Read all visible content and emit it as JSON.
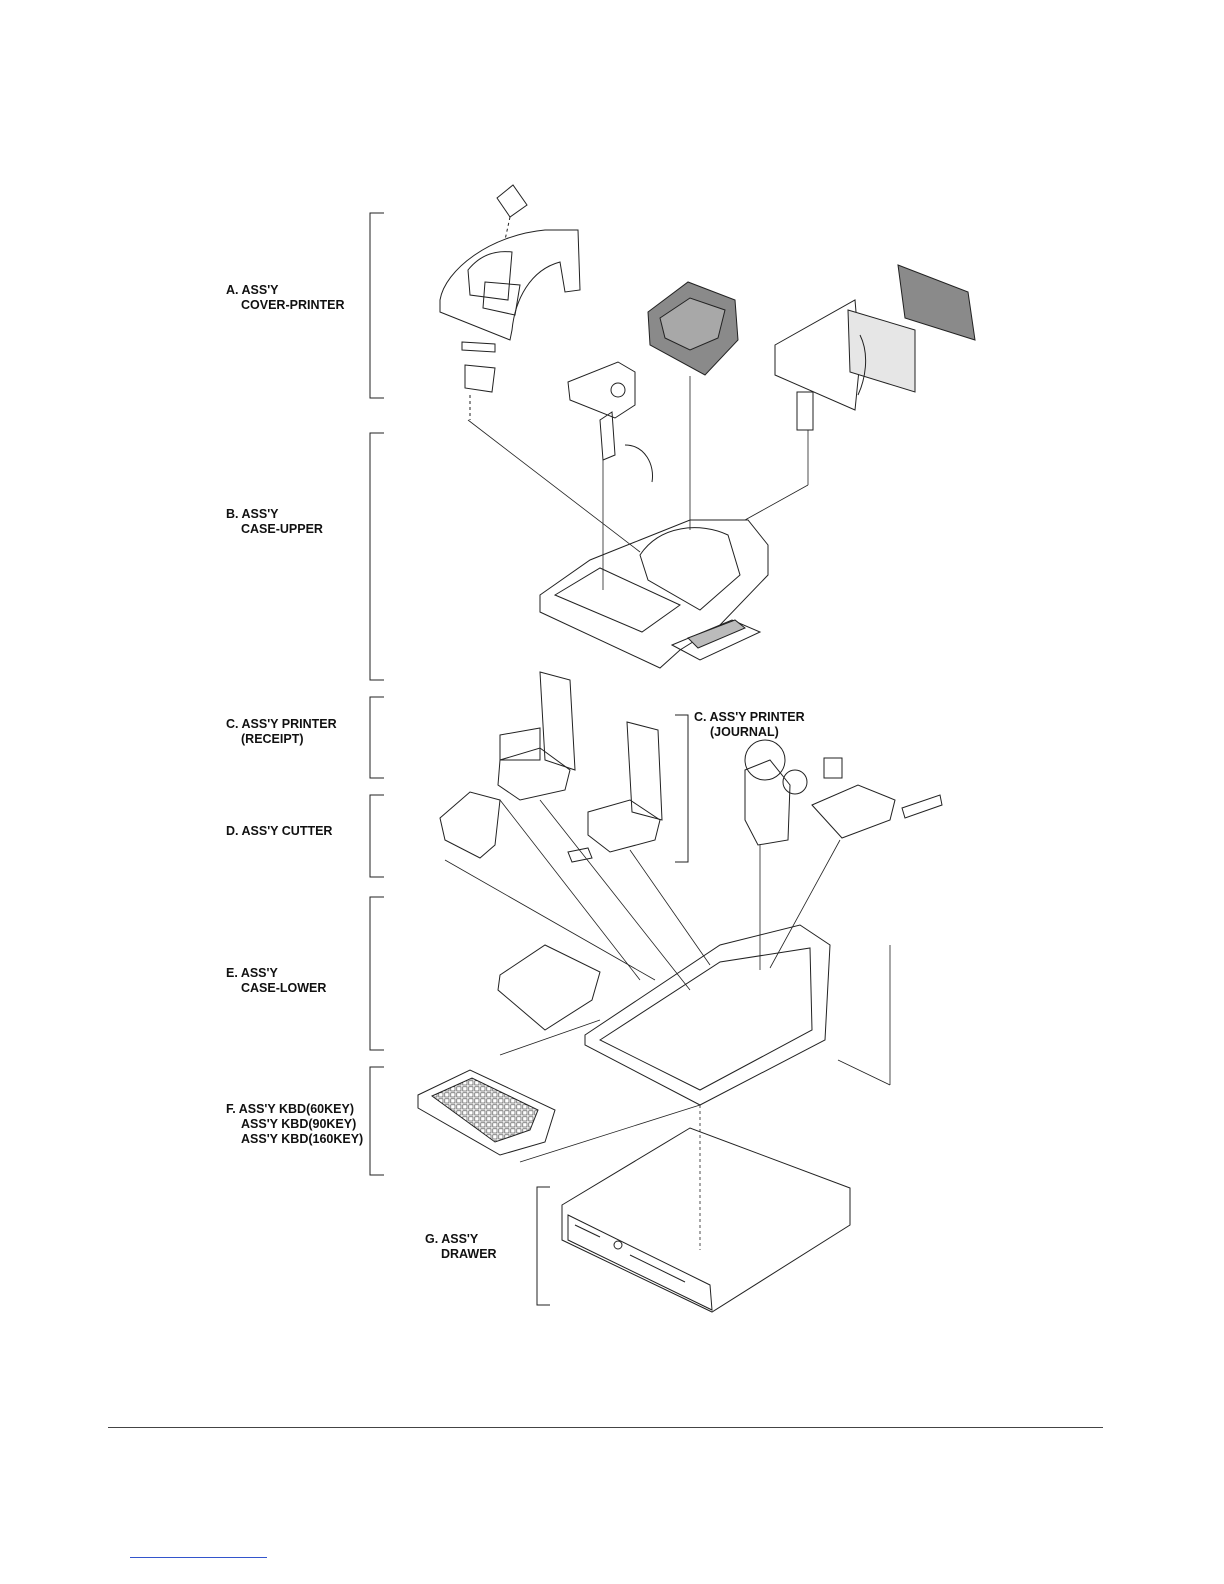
{
  "labels": {
    "a": {
      "line1": "A. ASS'Y",
      "line2": "COVER-PRINTER"
    },
    "b": {
      "line1": "B. ASS'Y",
      "line2": "CASE-UPPER"
    },
    "c_receipt": {
      "line1": "C. ASS'Y PRINTER",
      "line2": "(RECEIPT)"
    },
    "c_journal": {
      "line1": "C. ASS'Y PRINTER",
      "line2": "(JOURNAL)"
    },
    "d": {
      "line1": "D. ASS'Y CUTTER"
    },
    "e": {
      "line1": "E. ASS'Y",
      "line2": "CASE-LOWER"
    },
    "f": {
      "line1": "F. ASS'Y KBD(60KEY)",
      "line2": "ASS'Y KBD(90KEY)",
      "line3": "ASS'Y KBD(160KEY)"
    },
    "g": {
      "line1": "G. ASS'Y",
      "line2": "DRAWER"
    }
  },
  "colors": {
    "ink": "#222222",
    "panel_gray": "#8a8a8a",
    "rule": "#444444",
    "link": "#3355cc"
  }
}
